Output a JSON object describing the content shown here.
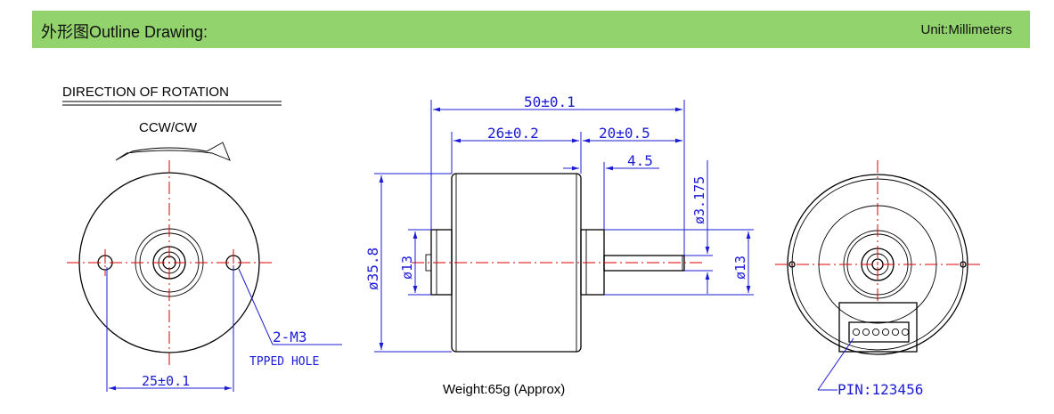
{
  "header": {
    "title_cn": "外形图",
    "title_en": "Outline Drawing:",
    "unit": "Unit:Millimeters"
  },
  "left_view": {
    "direction_label": "DIRECTION OF ROTATION",
    "rotation_label": "CCW/CW",
    "hole_label": "2-M3",
    "hole_sub_label": "TPPED HOLE",
    "hole_spacing": "25±0.1"
  },
  "side_view": {
    "overall_length": "50±0.1",
    "body_length": "26±0.2",
    "shaft_length": "20±0.5",
    "step_length": "4.5",
    "shaft_diameter": "ø3.175",
    "boss_diameter_right": "ø13",
    "boss_diameter_left": "ø13",
    "body_diameter": "ø35.8",
    "weight": "Weight:65g (Approx)"
  },
  "right_view": {
    "pin_label": "PIN:123456"
  },
  "colors": {
    "header_bg": "#92d36e",
    "dimension": "#1b1bd6",
    "centerline": "#e00000",
    "outline": "#000000"
  }
}
